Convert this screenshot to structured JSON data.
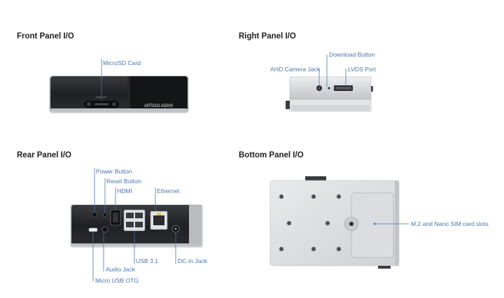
{
  "panels": {
    "front": {
      "title": "Front Panel I/O",
      "callouts": {
        "microsd": "MicroSD Card"
      },
      "device_brand": "ARTiGO A5000",
      "slot_label": "MicroSD"
    },
    "right": {
      "title": "Right Panel I/O",
      "callouts": {
        "download": "Download Button",
        "ahd": "AHD Camera Jack",
        "lvds": "LVDS Port"
      }
    },
    "rear": {
      "title": "Rear Panel I/O",
      "callouts": {
        "power": "Power Button",
        "reset": "Reset Button",
        "hdmi": "HDMI",
        "ethernet": "Ethernet",
        "usb31": "USB 3.1",
        "dcin": "DC-in Jack",
        "audio": "Audio Jack",
        "microusb": "Micro USB OTG"
      }
    },
    "bottom": {
      "title": "Bottom Panel I/O",
      "callouts": {
        "m2": "M.2 and Nano SIM card slots"
      }
    }
  },
  "colors": {
    "callout_line": "#4a74ad",
    "device_dark": "#1e1f22",
    "device_silver": "#d9dadc"
  }
}
